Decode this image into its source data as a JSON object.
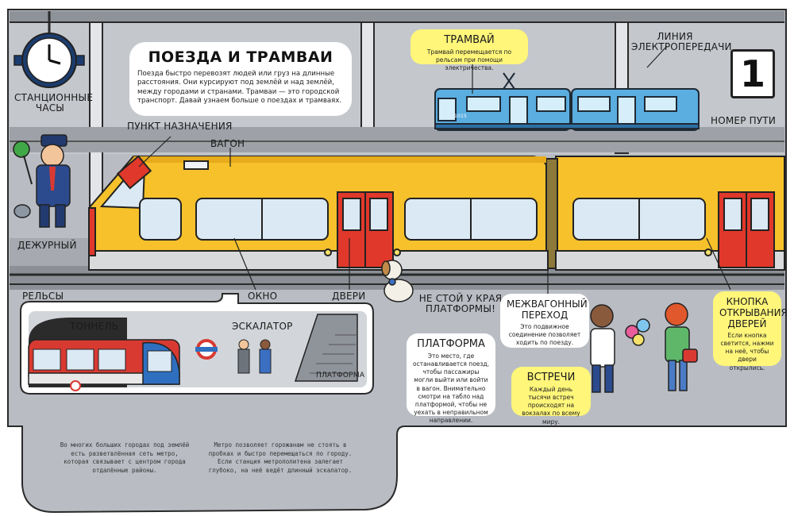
{
  "title": "ПОЕЗДА И ТРАМВАИ",
  "intro": "Поезда быстро перевозят людей или груз на длинные расстояния. Они курсируют под землёй и над землёй, между городами и странами. Трамваи — это городской транспорт. Давай узнаем больше о поездах и трамваях.",
  "labels": {
    "clock": "СТАНЦИОННЫЕ ЧАСЫ",
    "destination": "ПУНКТ НАЗНАЧЕНИЯ",
    "carriage": "ВАГОН",
    "attendant": "ДЕЖУРНЫЙ",
    "rails": "РЕЛЬСЫ",
    "window": "ОКНО",
    "doors": "ДВЕРИ",
    "edge_warning": "НЕ СТОЙ У КРАЯ ПЛАТФОРМЫ!",
    "power_line": "ЛИНИЯ ЭЛЕКТРОПЕРЕДАЧИ",
    "track_number": "НОМЕР ПУТИ",
    "track_digit": "1",
    "tunnel": "ТОННЕЛЬ",
    "escalator": "ЭСКАЛАТОР",
    "metro_platform": "ПЛАТФОРМА",
    "tram_number": "1015"
  },
  "tram_box": {
    "title": "ТРАМВАЙ",
    "text": "Трамвай перемещается по рельсам при помощи электричества."
  },
  "gangway_box": {
    "title": "МЕЖВАГОННЫЙ ПЕРЕХОД",
    "text": "Это подвижное соединение позволяет ходить по поезду."
  },
  "platform_box": {
    "title": "ПЛАТФОРМА",
    "text": "Это место, где останавливается поезд, чтобы пассажиры могли выйти или войти в вагон. Внимательно смотри на табло над платформой, чтобы не уехать в неправильном направлении."
  },
  "meetings_box": {
    "title": "ВСТРЕЧИ",
    "text": "Каждый день тысячи встреч происходят на вокзалах по всему миру."
  },
  "door_button_box": {
    "title": "КНОПКА ОТКРЫВАНИЯ ДВЕРЕЙ",
    "text": "Если кнопка светится, нажми на неё, чтобы двери открылись."
  },
  "bottom": {
    "left": "Во многих больших городах под землёй есть разветвлённая сеть метро, которая связывает с центром города отдалённые районы.",
    "right": "Метро позволяет горожанам не стоять в пробках и быстро перемещаться по городу. Если станция метрополитена залегает глубоко, на неё ведёт длинный эскалатор."
  },
  "colors": {
    "background": "#b8bcc2",
    "train_yellow": "#f6c12b",
    "door_red": "#e0382b",
    "tram_blue": "#4aa3d8",
    "metro_red": "#d83a32",
    "highlight": "#fff67a"
  }
}
